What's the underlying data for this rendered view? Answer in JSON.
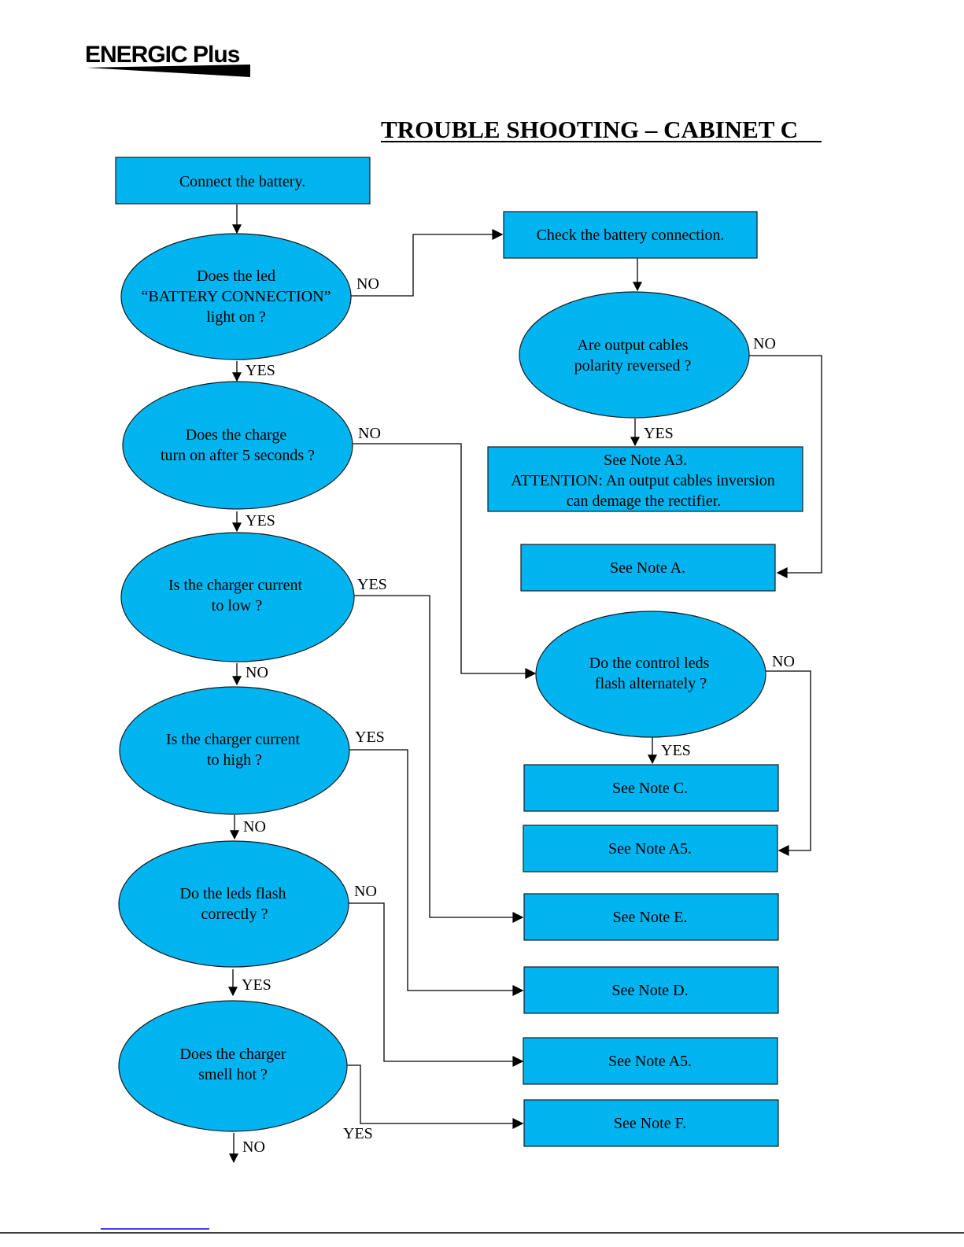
{
  "header": {
    "brand": "ENERGIC Plus",
    "title": "TROUBLE SHOOTING – CABINET C"
  },
  "diagram": {
    "nodes": [
      {
        "id": "connect",
        "shape": "rect",
        "lines": [
          "Connect the battery."
        ]
      },
      {
        "id": "q_led",
        "shape": "ellipse",
        "lines": [
          "Does  the led",
          "“BATTERY CONNECTION”",
          "light on ?"
        ]
      },
      {
        "id": "check_conn",
        "shape": "rect",
        "lines": [
          "Check the battery connection."
        ]
      },
      {
        "id": "q_polarity",
        "shape": "ellipse",
        "lines": [
          "Are output cables",
          "polarity reversed ?"
        ]
      },
      {
        "id": "note_a3",
        "shape": "rect",
        "lines": [
          "See Note A3.",
          "ATTENTION: An output cables inversion",
          "can demage the rectifier."
        ]
      },
      {
        "id": "note_a",
        "shape": "rect",
        "lines": [
          "See Note A."
        ]
      },
      {
        "id": "q_charge",
        "shape": "ellipse",
        "lines": [
          "Does the charge",
          "turn on after 5 seconds ?"
        ]
      },
      {
        "id": "q_low",
        "shape": "ellipse",
        "lines": [
          "Is the charger current",
          "to low ?"
        ]
      },
      {
        "id": "q_control",
        "shape": "ellipse",
        "lines": [
          "Do the control leds",
          "flash alternately ?"
        ]
      },
      {
        "id": "note_c",
        "shape": "rect",
        "lines": [
          "See Note C."
        ]
      },
      {
        "id": "note_a5_top",
        "shape": "rect",
        "lines": [
          "See Note A5."
        ]
      },
      {
        "id": "q_high",
        "shape": "ellipse",
        "lines": [
          "Is the charger current",
          "to high ?"
        ]
      },
      {
        "id": "q_flash",
        "shape": "ellipse",
        "lines": [
          "Do the leds flash",
          "correctly ?"
        ]
      },
      {
        "id": "note_e",
        "shape": "rect",
        "lines": [
          "See Note E."
        ]
      },
      {
        "id": "note_d",
        "shape": "rect",
        "lines": [
          "See Note D."
        ]
      },
      {
        "id": "note_a5_bottom",
        "shape": "rect",
        "lines": [
          "See Note A5."
        ]
      },
      {
        "id": "q_hot",
        "shape": "ellipse",
        "lines": [
          "Does the charger",
          "smell hot ?"
        ]
      },
      {
        "id": "note_f",
        "shape": "rect",
        "lines": [
          "See Note F."
        ]
      }
    ],
    "edges": [
      {
        "from": "connect",
        "to": "q_led",
        "label": ""
      },
      {
        "from": "q_led",
        "to": "check_conn",
        "label": "NO"
      },
      {
        "from": "q_led",
        "to": "q_charge",
        "label": "YES"
      },
      {
        "from": "check_conn",
        "to": "q_polarity",
        "label": ""
      },
      {
        "from": "q_polarity",
        "to": "note_a3",
        "label": "YES"
      },
      {
        "from": "q_polarity",
        "to": "note_a",
        "label": "NO"
      },
      {
        "from": "q_charge",
        "to": "q_control",
        "label": "NO"
      },
      {
        "from": "q_charge",
        "to": "q_low",
        "label": "YES"
      },
      {
        "from": "q_low",
        "to": "note_e",
        "label": "YES"
      },
      {
        "from": "q_low",
        "to": "q_high",
        "label": "NO"
      },
      {
        "from": "q_control",
        "to": "note_c",
        "label": "YES"
      },
      {
        "from": "q_control",
        "to": "note_a5_top",
        "label": "NO"
      },
      {
        "from": "q_high",
        "to": "note_d",
        "label": "YES"
      },
      {
        "from": "q_high",
        "to": "q_flash",
        "label": "NO"
      },
      {
        "from": "q_flash",
        "to": "note_a5_bottom",
        "label": "NO"
      },
      {
        "from": "q_flash",
        "to": "q_hot",
        "label": "YES"
      },
      {
        "from": "q_hot",
        "to": "note_f",
        "label": "YES"
      },
      {
        "from": "q_hot",
        "to": "",
        "label": "NO"
      }
    ]
  },
  "colors": {
    "node_fill": "#00b4f0",
    "node_stroke": "#1a1a1a",
    "line": "#000000",
    "footer_rule": "#0000ee"
  }
}
